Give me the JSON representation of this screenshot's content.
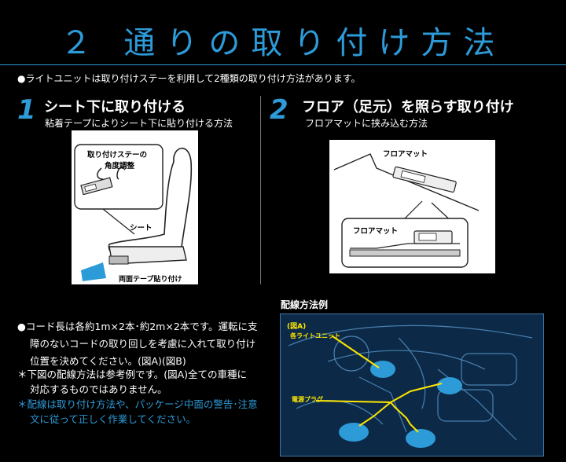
{
  "title": "２ 通りの取り付け方法",
  "intro": "●ライトユニットは取り付けステーを利用して2種類の取り付け方法があります。",
  "section1": {
    "number": "1",
    "title": "シート下に取り付ける",
    "subtitle": "粘着テープによりシート下に貼り付ける方法",
    "labels": {
      "stay": "取り付けステーの",
      "angle": "角度調整",
      "seat": "シート",
      "tape": "両面テープ貼り付け"
    }
  },
  "section2": {
    "number": "2",
    "title": "フロア（足元）を照らす取り付け",
    "subtitle": "フロアマットに挟み込む方法",
    "labels": {
      "mat_top": "フロアマット",
      "mat_detail": "フロアマット"
    }
  },
  "notes": {
    "line1": "●コード長は各約1m×2本･約2m×2本です。運転に支",
    "line2": "障のないコードの取り回しを考慮に入れて取り付け",
    "line3": "位置を決めてください。(図A)(図B)",
    "line4": "＊下図の配線方法は参考例です。(図A)全ての車種に",
    "line5": "対応するものではありません。",
    "line6": "＊配線は取り付け方法や、パッケージ中面の警告･注意",
    "line7": "文に従って正しく作業してください。"
  },
  "wiring": {
    "heading": "配線方法例",
    "fig_label": "(図A)",
    "light_unit": "各ライトユニット",
    "power_plug": "電源プラグ"
  },
  "colors": {
    "accent": "#2d9bd8",
    "wire": "#ffe600"
  }
}
